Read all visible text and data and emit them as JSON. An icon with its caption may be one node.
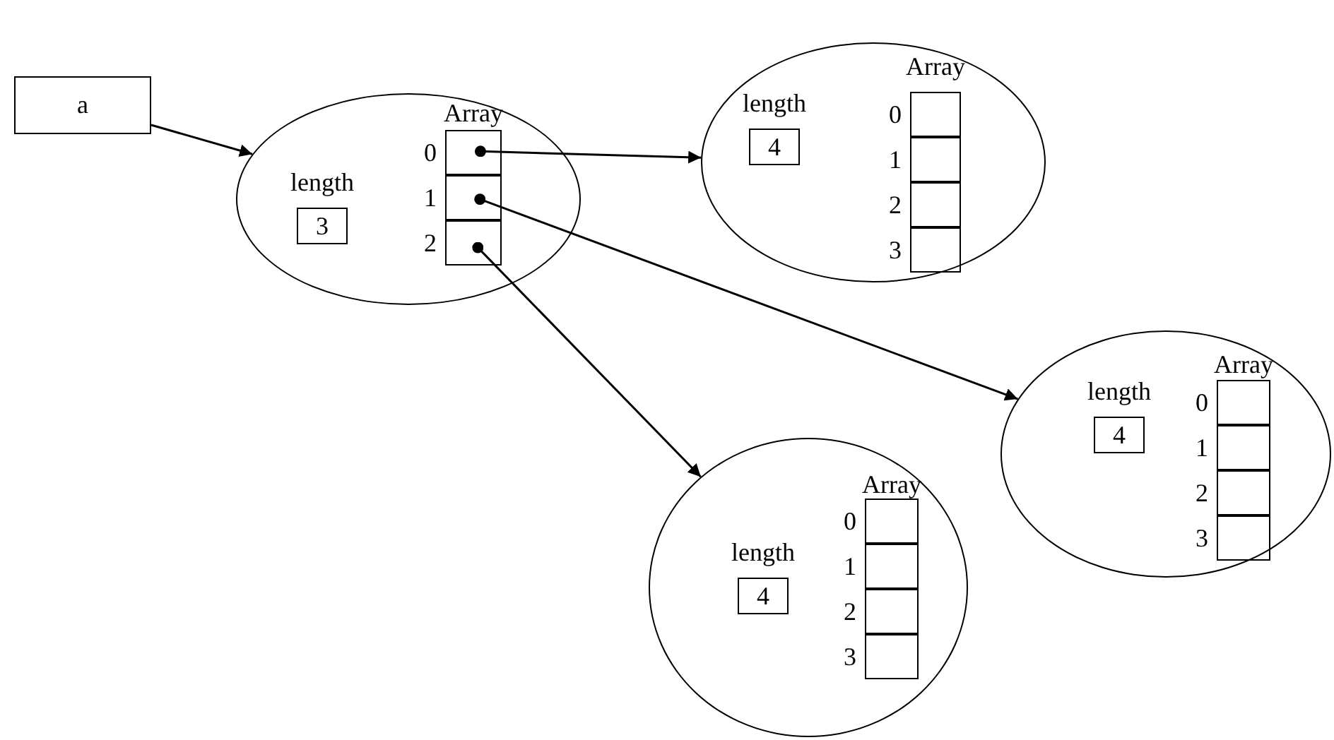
{
  "diagram": {
    "nodes": [
      {
        "text": [
          "a"
        ]
      },
      {
        "text": [
          "Array"
        ]
      },
      {
        "text": [
          "length",
          "3"
        ],
        "in": 1
      },
      {
        "text": [],
        "shape": "box",
        "beside": [
          "0"
        ],
        "in": 1
      },
      {
        "text": [],
        "shape": "box",
        "beside": [
          "1"
        ],
        "in": 1
      },
      {
        "text": [],
        "shape": "box",
        "beside": [
          "2"
        ],
        "in": 1
      },
      {
        "text": [
          "Array"
        ]
      },
      {
        "text": [
          "length",
          "4"
        ],
        "in": 6
      },
      {
        "text": [],
        "shape": "box",
        "beside": [
          "0"
        ],
        "in": 6
      },
      {
        "text": [],
        "shape": "box",
        "beside": [
          "1"
        ],
        "in": 6
      },
      {
        "text": [],
        "shape": "box",
        "beside": [
          "2"
        ],
        "in": 6
      },
      {
        "text": [],
        "shape": "box",
        "beside": [
          "3"
        ],
        "in": 6
      },
      {
        "text": [
          "Array"
        ]
      },
      {
        "text": [
          "length",
          "4"
        ],
        "in": 12
      },
      {
        "text": [],
        "shape": "box",
        "beside": [
          "0"
        ],
        "in": 12
      },
      {
        "text": [],
        "shape": "box",
        "beside": [
          "1"
        ],
        "in": 12
      },
      {
        "text": [],
        "shape": "box",
        "beside": [
          "2"
        ],
        "in": 12
      },
      {
        "text": [],
        "shape": "box",
        "beside": [
          "3"
        ],
        "in": 12
      },
      {
        "text": [
          "Array"
        ]
      },
      {
        "text": [
          "length",
          "4"
        ],
        "in": 18
      },
      {
        "text": [],
        "shape": "box",
        "beside": [
          "0"
        ],
        "in": 18
      },
      {
        "text": [],
        "shape": "box",
        "beside": [
          "1"
        ],
        "in": 18
      },
      {
        "text": [],
        "shape": "box",
        "beside": [
          "2"
        ],
        "in": 18
      },
      {
        "text": [],
        "shape": "box",
        "beside": [
          "3"
        ],
        "in": 18
      }
    ],
    "edges": [
      {
        "from": 0,
        "to": 1,
        "arrow": "to"
      },
      {
        "from": 3,
        "to": 6,
        "arrow": "to"
      },
      {
        "from": 4,
        "to": 12,
        "arrow": "to"
      },
      {
        "from": 5,
        "to": 18,
        "arrow": "to"
      }
    ]
  }
}
